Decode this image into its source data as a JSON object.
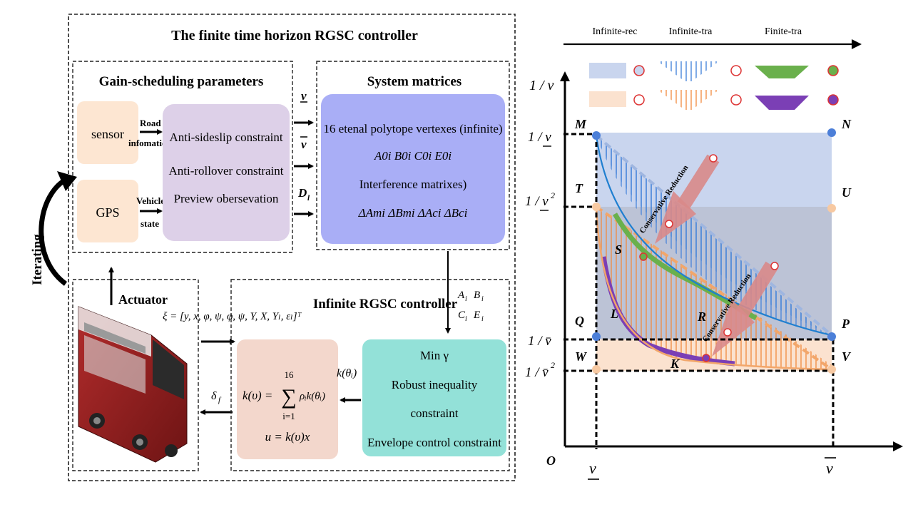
{
  "left": {
    "title": "The finite time horizon RGSC controller",
    "gain_panel_title": "Gain-scheduling parameters",
    "system_panel_title": "System matrices",
    "sensor": "sensor",
    "gps": "GPS",
    "road_info_line1": "Road",
    "road_info_line2": "infomation",
    "vehicle_state_line1": "Vehicle",
    "vehicle_state_line2": "state",
    "constraints": [
      "Anti-sideslip constraint",
      "Anti-rollover constraint",
      "Preview obersevation"
    ],
    "param_v_lower": "v",
    "param_v_upper": "v",
    "param_D": "D",
    "param_D_sub": "l",
    "vertex_line1": "16 etenal polytope vertexes (infinite)",
    "vertex_matrices": "A0i  B0i  C0i  E0i",
    "vertex_line3": "Interference matrixes)",
    "interference_matrices": "ΔAmi  ΔBmi  ΔAci  ΔBci",
    "iterating": "Iterating",
    "actuator": "Actuator",
    "state_vector": "ξ = [y, x, φ, ψ, φ, ψ, Y, X, Yₗ, εₗ]ᵀ",
    "infinite_controller": "Infinite RGSC controller",
    "mat_A": "A",
    "mat_B": "B",
    "mat_C": "C",
    "mat_E": "E",
    "mat_sub": "i",
    "k_theta": "k(θᵢ)",
    "formula_k": "k(υ) =",
    "sum_top": "16",
    "sum_symbol": "∑",
    "sum_bottom": "i=1",
    "sum_term": "ρᵢk(θᵢ)",
    "formula_u": "u = k(υ)x",
    "min_gamma": "Min γ",
    "robust_line1": "Robust inequality",
    "robust_line2": "constraint",
    "envelope": "Envelope control constraint",
    "delta_f": "δ",
    "delta_f_sub": "f"
  },
  "right": {
    "legend": [
      "Infinite-rec",
      "Infinite-tra",
      "Finite-tra"
    ],
    "y_axis_label": "1 / v",
    "y_ticks": [
      "1 / v",
      "1 / v",
      "1 / v̄",
      "1 / v̄"
    ],
    "y_tick_exp": "2",
    "points": [
      "M",
      "N",
      "T",
      "U",
      "S",
      "L",
      "R",
      "Q",
      "P",
      "W",
      "V",
      "K"
    ],
    "origin": "O",
    "x_ticks": [
      "v",
      "v"
    ],
    "reduction_label": "Conservative Reduction",
    "colors": {
      "blue_rect": "#c9d5ee",
      "orange_rect": "#fbe2cf",
      "gray_overlap": "#bcc3d6",
      "green": "#6ab04c",
      "purple": "#7b3fb5",
      "red_arrow": "#d98a8a",
      "blue_curve": "#1f7fd0",
      "orange_dash": "#f2a66a",
      "blue_dash": "#9fb6e0"
    }
  }
}
